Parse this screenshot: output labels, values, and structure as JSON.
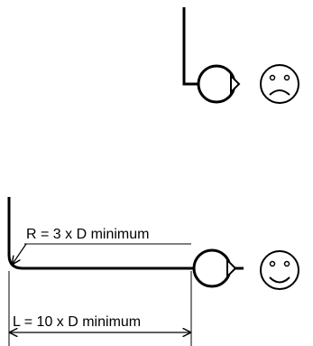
{
  "top_example": {
    "verdict": "bad",
    "face_icon": "sad-face-icon",
    "pump_icon": "pump-icon"
  },
  "bottom_example": {
    "verdict": "good",
    "face_icon": "happy-face-icon",
    "pump_icon": "pump-icon",
    "radius_label": "R = 3 x D minimum",
    "length_label": "L = 10 x D minimum"
  },
  "colors": {
    "line": "#000000",
    "background": "#ffffff"
  }
}
